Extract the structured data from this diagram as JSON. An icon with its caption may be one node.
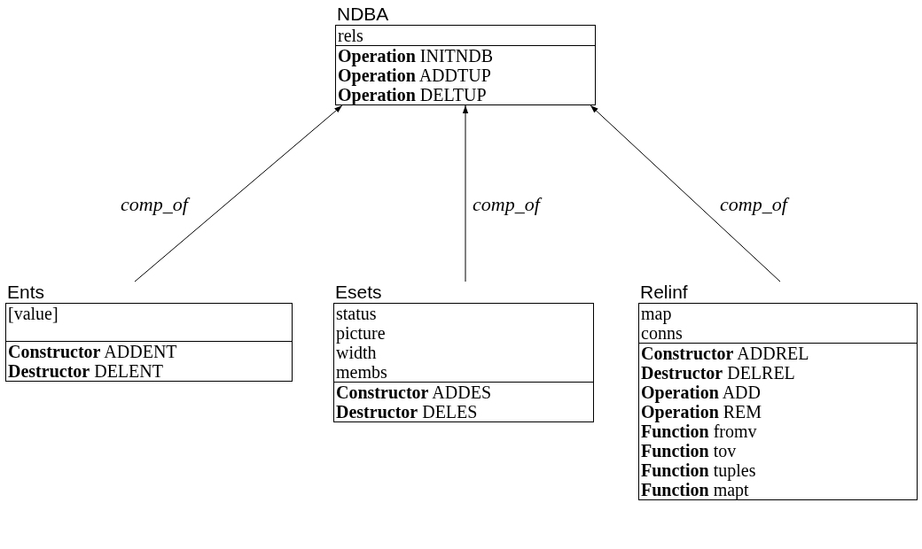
{
  "diagram": {
    "nodes": [
      {
        "text": [
          "NDBA"
        ]
      },
      {
        "text": [
          "rels"
        ],
        "in": 0
      },
      {
        "text": [
          "**Operation** INITNDB",
          "**Operation** ADDTUP",
          "**Operation** DELTUP"
        ],
        "in": 0
      },
      {
        "text": [
          "Ents"
        ]
      },
      {
        "text": [
          "[value]"
        ],
        "in": 3
      },
      {
        "text": [
          "**Constructor** ADDENT",
          "**Destructor** DELENT"
        ],
        "in": 3
      },
      {
        "text": [
          "Esets"
        ]
      },
      {
        "text": [
          "status",
          "picture",
          "width",
          "membs"
        ],
        "in": 6
      },
      {
        "text": [
          "**Constructor** ADDES",
          "**Destructor** DELES"
        ],
        "in": 6
      },
      {
        "text": [
          "Relinf"
        ]
      },
      {
        "text": [
          "map",
          "conns"
        ],
        "in": 9
      },
      {
        "text": [
          "**Constructor** ADDREL",
          "**Destructor** DELREL",
          "**Operation** ADD",
          "**Operation** REM",
          "**Function** fromv",
          "**Function** tov",
          "**Function** tuples",
          "**Function** mapt"
        ],
        "in": 9
      }
    ],
    "edges": [
      {
        "from": 3,
        "to": 0,
        "arrow": "to",
        "label": "comp_of"
      },
      {
        "from": 6,
        "to": 0,
        "arrow": "to",
        "label": "comp_of"
      },
      {
        "from": 9,
        "to": 0,
        "arrow": "to",
        "label": "comp_of"
      }
    ]
  }
}
